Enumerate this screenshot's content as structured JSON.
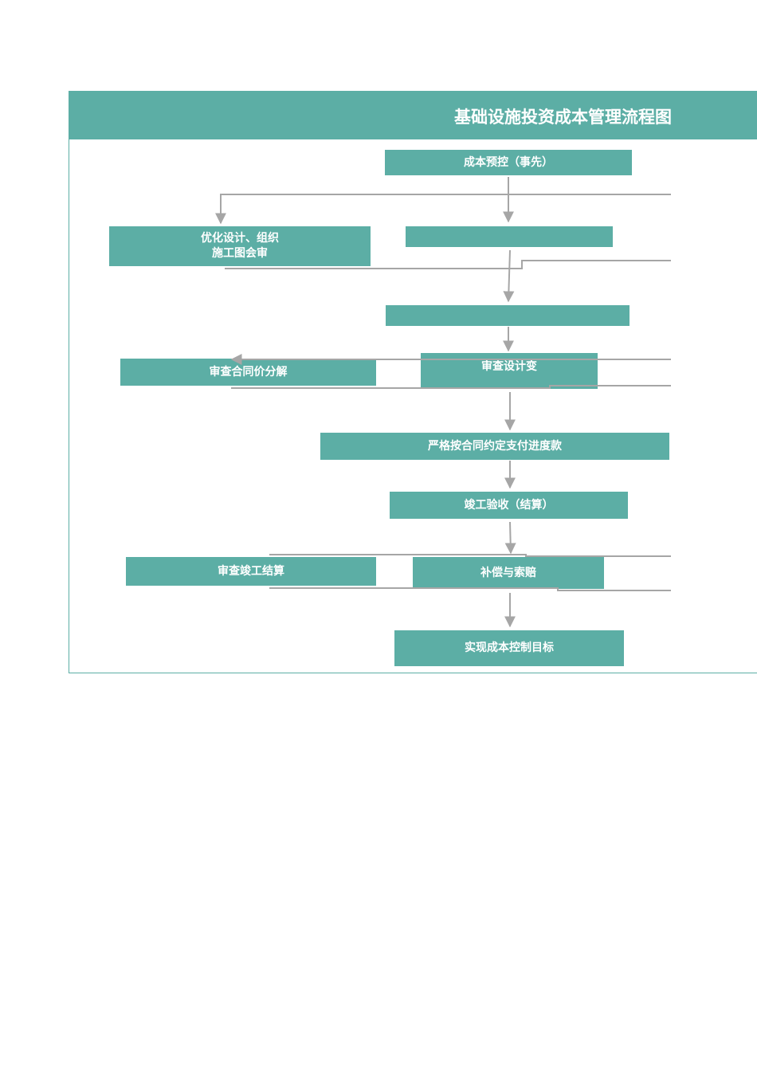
{
  "title": "基础设施投资成本管理流程图",
  "nodes": {
    "cost_precontrol": "成本预控（事先）",
    "optimize_design": "优化设计、组织\n施工图会审",
    "blank_1": "",
    "blank_2": "",
    "review_contract_price": "审查合同价分解",
    "review_design_change": "审查设计变",
    "pay_progress": "严格按合同约定支付进度款",
    "completion": "竣工验收（结算）",
    "review_completion_settlement": "审查竣工结算",
    "compensation_claims": "补偿与索赔",
    "achieve_target": "实现成本控制目标"
  },
  "colors": {
    "box": "#5caea5",
    "connector": "#a6a6a6",
    "text": "#ffffff"
  }
}
